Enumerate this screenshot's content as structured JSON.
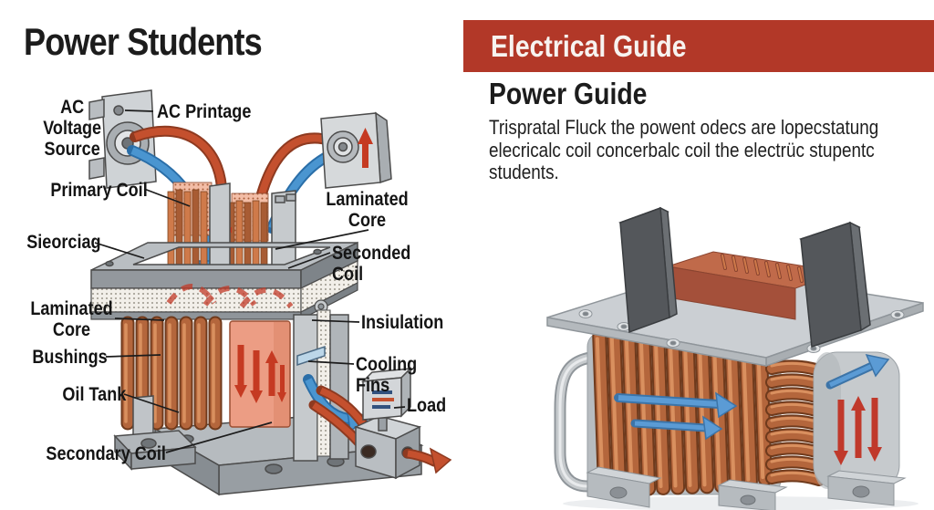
{
  "left_panel": {
    "title": "Power Students",
    "labels": {
      "ac_voltage_source": "AC\nVoltage\nSource",
      "ac_printage": "AC Printage",
      "primary_coil": "Primary Coil",
      "sieorciag": "Sieorciag",
      "laminated_core_right": "Laminated\nCore",
      "seconded_coil": "Seconded Coil",
      "laminated_core_left": "Laminated\nCore",
      "insiulation": "Insiulation",
      "bushings": "Bushings",
      "cooling_fins": "Cooling Fins",
      "oil_tank": "Oil Tank",
      "load": "Load",
      "secondary_coil": "Secondary Coil"
    }
  },
  "right_panel": {
    "banner_title": "Electrical Guide",
    "heading": "Power Guide",
    "body_text": "Trispratal Fluck the powent odecs are lopecstatung\nelecricalc coil concerbalc coil the electrüc stupentc\nstudents."
  },
  "colors": {
    "banner_red": "#b23828",
    "copper": "#b4663c",
    "copper_dark": "#6f3a1c",
    "copper_light": "#d9905f",
    "wire_red": "#c4502e",
    "arrow_red": "#c53a22",
    "arrow_blue": "#4a95d0",
    "metal_gray": "#c3c7cb",
    "fin_dark_gray": "#54575b",
    "oil_tank_salmon": "#ec9d84",
    "ink": "#141414"
  }
}
